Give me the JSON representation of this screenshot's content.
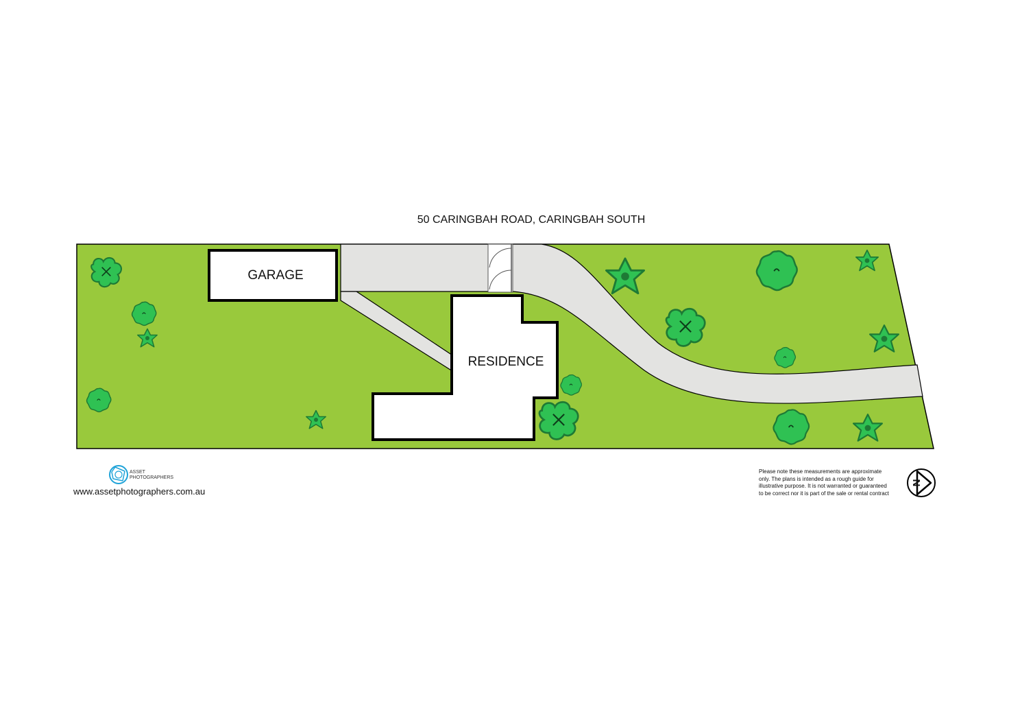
{
  "title": "50 CARINGBAH ROAD, CARINGBAH SOUTH",
  "rooms": {
    "garage": "GARAGE",
    "residence": "RESIDENCE"
  },
  "brand": {
    "name_line1": "ASSET",
    "name_line2": "PHOTOGRAPHERS",
    "website": "www.assetphotographers.com.au"
  },
  "disclaimer": "Please note these measurements are approximate only. The plans is intended as a rough guide for illustrative purpose. It is not warranted or guaranteed to be correct nor it is part of the sale or rental contract",
  "compass": {
    "letter": "N",
    "icon": "north-arrow-icon"
  },
  "colors": {
    "lawn": "#99c93c",
    "driveway": "#e3e3e1",
    "tree_light": "#2fc153",
    "tree_dark": "#1e7a35",
    "building_fill": "#ffffff",
    "outline": "#000000",
    "brand": "#1fa3d8"
  }
}
